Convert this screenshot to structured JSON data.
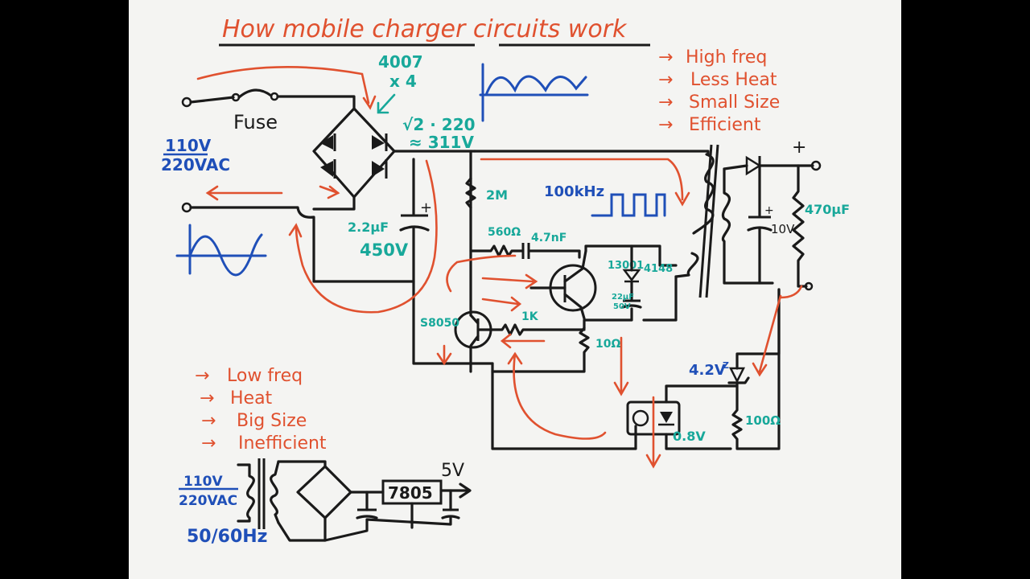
{
  "title": "How mobile charger circuits work",
  "colors": {
    "paper": "#f4f4f2",
    "ink": "#1a1a1a",
    "red": "#e0512f",
    "teal": "#18a89a",
    "blue": "#1f4fb8"
  },
  "smps_features": [
    "High freq",
    "Less Heat",
    "Small Size",
    "Efficient"
  ],
  "linear_features": [
    "Low freq",
    "Heat",
    "Big Size",
    "Inefficient"
  ],
  "top": {
    "input_voltage": [
      "110V",
      "220VAC"
    ],
    "fuse": "Fuse",
    "diode_part": "4007",
    "diode_count": "x 4",
    "peak_formula": "√2 · 220",
    "peak_value": "≈ 311V",
    "bulk_cap": "2.2µF",
    "bulk_cap_voltage": "450V",
    "resistor_start": "2M",
    "switch_freq": "100kHz",
    "snubber_r": "560Ω",
    "snubber_c": "4.7nF",
    "main_transistor": "13001",
    "diode_fb": "4148",
    "cap_fb": "22µF",
    "cap_fb_voltage": "50V",
    "aux_transistor": "S8050",
    "base_resistor": "1K",
    "emitter_resistor": "10Ω",
    "output_cap": "470µF",
    "output_cap_voltage": "10V",
    "zener": "4.2V",
    "zener_label_suffix": "Z",
    "opto_drop": "0.8V",
    "opto_resistor": "100Ω",
    "plus": "+"
  },
  "linear": {
    "input_voltage": [
      "110V",
      "220VAC"
    ],
    "frequency": "50/60Hz",
    "regulator": "7805",
    "output": "5V"
  }
}
